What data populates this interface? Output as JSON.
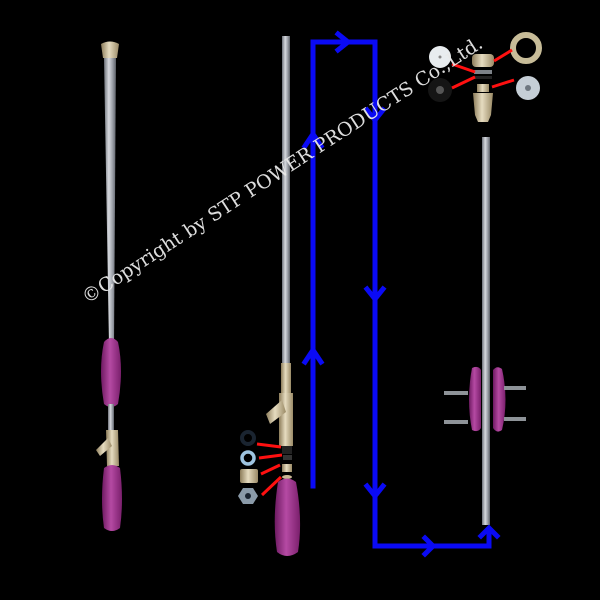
{
  "image": {
    "subject": "Pressure washer spray lance assembly",
    "background": "#000000"
  },
  "watermark": {
    "text": "©Copyright by STP POWER PRODUCTS Co.,Ltd."
  },
  "colors": {
    "arrow": "#0a0af5",
    "leader_line": "#ff1010",
    "handle": "#9b2a8a",
    "handle_light": "#b84aa6",
    "brass": "#c9b894",
    "steel": "#a9adb5"
  },
  "components": {
    "assembled_lance": {
      "label": "assembled-lance",
      "position": "left"
    },
    "lance_with_inlet_parts": {
      "label": "lance-with-inlet-parts",
      "position": "center"
    },
    "nozzle_parts": {
      "label": "nozzle-exploded-parts",
      "position": "top-right",
      "items": [
        "white-seal-disc",
        "black-o-ring",
        "brass-nut",
        "nozzle-body",
        "nozzle-cap"
      ]
    },
    "lance_with_split_handle": {
      "label": "lance-with-split-handle",
      "position": "right"
    },
    "inlet_parts": {
      "items": [
        "black-o-ring",
        "blue-washer",
        "brass-bushing",
        "hex-nut"
      ]
    }
  },
  "flow_arrows": {
    "description": "Blue assembly-order path from center lance up, across, down and right to the right-hand lance"
  }
}
